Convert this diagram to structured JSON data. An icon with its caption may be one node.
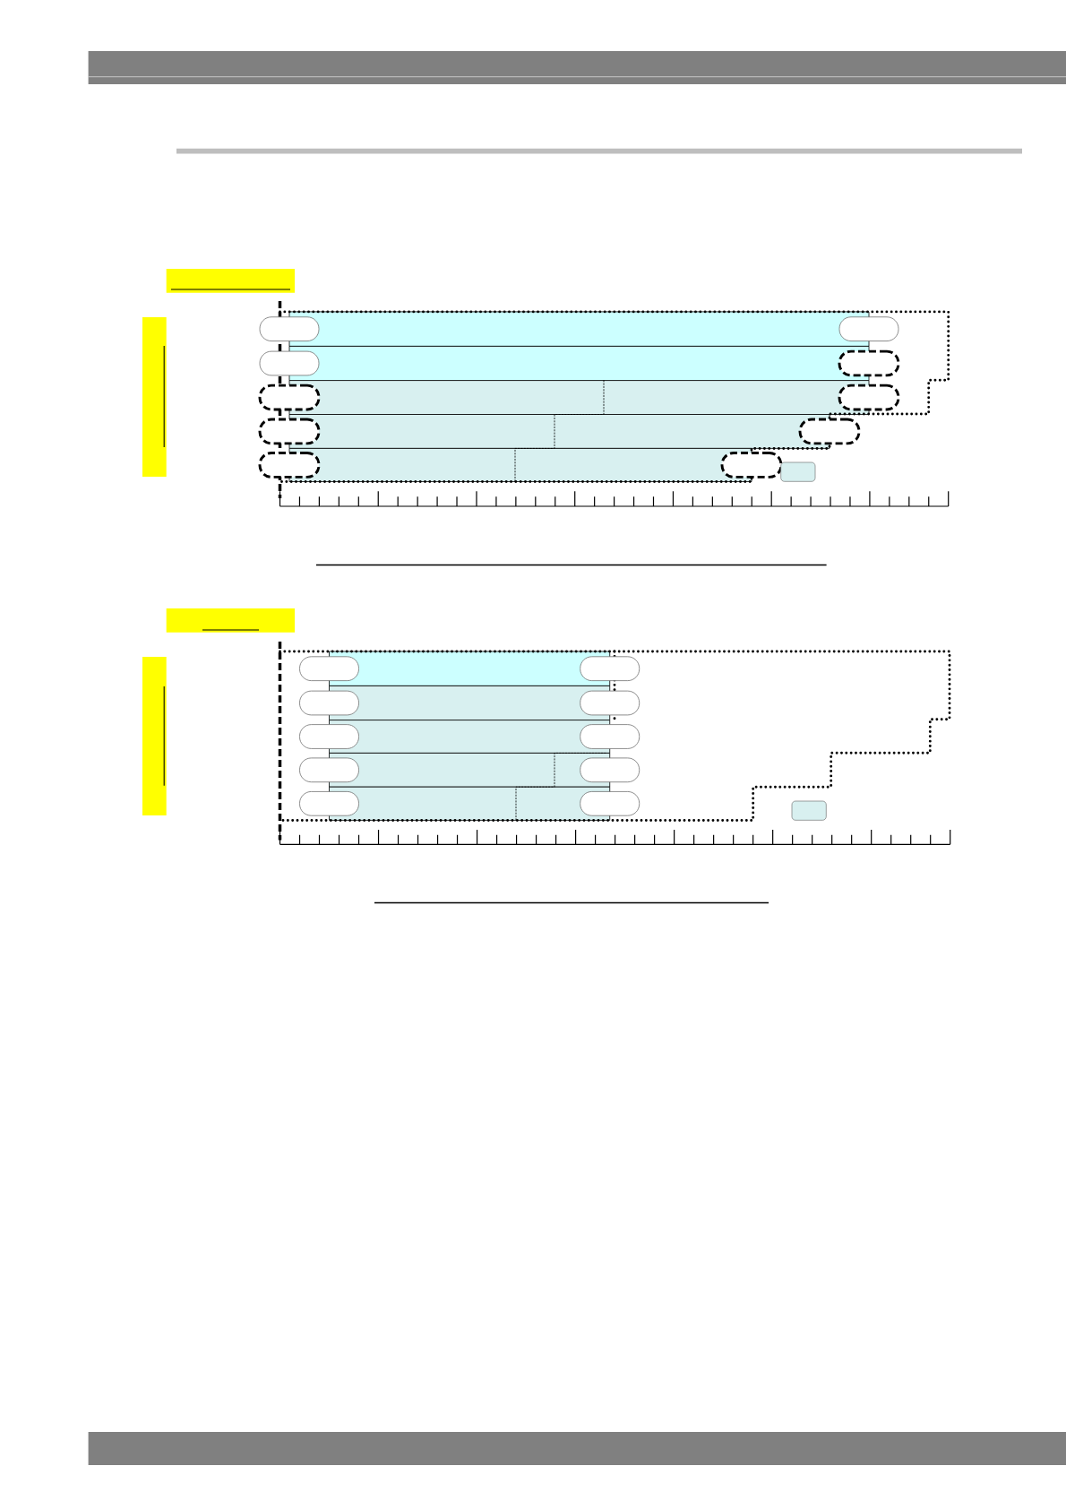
{
  "diagram": {
    "nodes": [
      {
        "text": [],
        "shape": "pill"
      },
      {
        "text": [],
        "shape": "bar"
      },
      {
        "text": [],
        "shape": "pill"
      },
      {
        "text": [],
        "shape": "pill"
      },
      {
        "text": [],
        "shape": "bar"
      },
      {
        "text": [],
        "shape": "pill"
      },
      {
        "text": [],
        "shape": "pill"
      },
      {
        "text": [],
        "shape": "bar"
      },
      {
        "text": [],
        "shape": "pill"
      },
      {
        "text": [],
        "shape": "pill"
      },
      {
        "text": [],
        "shape": "bar"
      },
      {
        "text": [],
        "shape": "pill"
      },
      {
        "text": [],
        "shape": "pill"
      },
      {
        "text": [],
        "shape": "bar"
      },
      {
        "text": [],
        "shape": "pill"
      },
      {
        "text": [],
        "shape": "box"
      },
      {
        "text": [],
        "shape": "pill"
      },
      {
        "text": [],
        "shape": "bar"
      },
      {
        "text": [],
        "shape": "pill"
      },
      {
        "text": [],
        "shape": "pill"
      },
      {
        "text": [],
        "shape": "bar"
      },
      {
        "text": [],
        "shape": "pill"
      },
      {
        "text": [],
        "shape": "pill"
      },
      {
        "text": [],
        "shape": "bar"
      },
      {
        "text": [],
        "shape": "pill"
      },
      {
        "text": [],
        "shape": "pill"
      },
      {
        "text": [],
        "shape": "bar"
      },
      {
        "text": [],
        "shape": "pill"
      },
      {
        "text": [],
        "shape": "pill"
      },
      {
        "text": [],
        "shape": "bar"
      },
      {
        "text": [],
        "shape": "pill"
      },
      {
        "text": [],
        "shape": "box"
      }
    ]
  }
}
